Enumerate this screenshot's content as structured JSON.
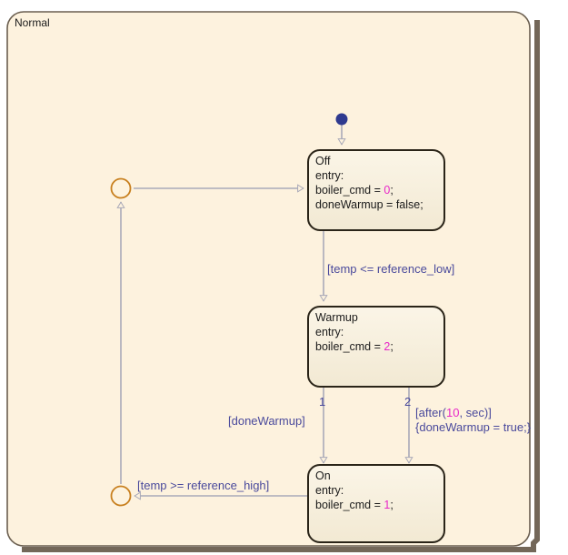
{
  "chart": {
    "name": "Normal",
    "background_color": "#fdf2de",
    "border_color": "#6b5f50",
    "shadow_color": "#6b5f50"
  },
  "colors": {
    "state_fill_top": "#faf3e3",
    "state_fill_bottom": "#f5edda",
    "state_border": "#2a2418",
    "transition_line": "#a9a9b8",
    "junction_stroke": "#c8801f",
    "junction_fill": "#fdf3df",
    "default_dot": "#2f3a8f",
    "label_text": "#4a4a9c",
    "literal_magenta": "#e826c8",
    "body_text": "#1a1a1a"
  },
  "states": [
    {
      "id": "off",
      "name": "Off",
      "lines": [
        {
          "text": "entry:",
          "segments": [
            {
              "t": "entry:",
              "c": "body"
            }
          ]
        },
        {
          "text": "boiler_cmd = 0;",
          "segments": [
            {
              "t": "boiler_cmd = ",
              "c": "body"
            },
            {
              "t": "0",
              "c": "magenta"
            },
            {
              "t": ";",
              "c": "body"
            }
          ]
        },
        {
          "text": "doneWarmup = false;",
          "segments": [
            {
              "t": "doneWarmup = false;",
              "c": "body"
            }
          ]
        }
      ]
    },
    {
      "id": "warmup",
      "name": "Warmup",
      "lines": [
        {
          "text": "entry:",
          "segments": [
            {
              "t": "entry:",
              "c": "body"
            }
          ]
        },
        {
          "text": "boiler_cmd = 2;",
          "segments": [
            {
              "t": "boiler_cmd = ",
              "c": "body"
            },
            {
              "t": "2",
              "c": "magenta"
            },
            {
              "t": ";",
              "c": "body"
            }
          ]
        }
      ]
    },
    {
      "id": "on",
      "name": "On",
      "lines": [
        {
          "text": "entry:",
          "segments": [
            {
              "t": "entry:",
              "c": "body"
            }
          ]
        },
        {
          "text": "boiler_cmd = 1;",
          "segments": [
            {
              "t": "boiler_cmd = ",
              "c": "body"
            },
            {
              "t": "1",
              "c": "magenta"
            },
            {
              "t": ";",
              "c": "body"
            }
          ]
        }
      ]
    }
  ],
  "transitions": {
    "off_to_warmup": "[temp <= reference_low]",
    "warmup_to_on_left": "[doneWarmup]",
    "warmup_to_on_right_line1": "[after(10, sec)]",
    "warmup_to_on_right_line1_segments": [
      {
        "t": "[after(",
        "c": "label"
      },
      {
        "t": "10",
        "c": "magenta"
      },
      {
        "t": ", sec)]",
        "c": "label"
      }
    ],
    "warmup_to_on_right_line2": "{doneWarmup = true;}",
    "on_to_off": "[temp >= reference_high]",
    "branch_label_1": "1",
    "branch_label_2": "2"
  }
}
